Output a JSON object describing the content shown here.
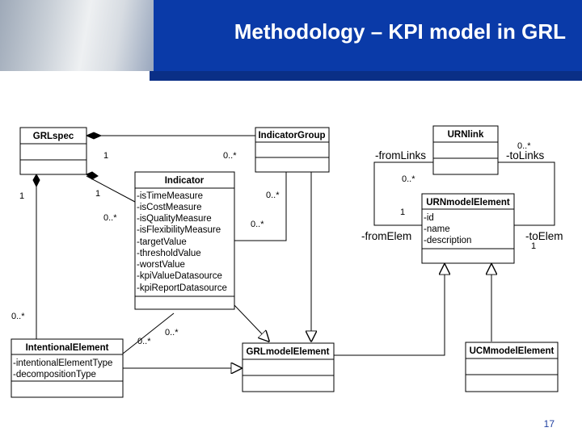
{
  "header": {
    "title": "Methodology – KPI model in GRL"
  },
  "classes": {
    "grlspec": {
      "name": "GRLspec"
    },
    "indicator_group": {
      "name": "IndicatorGroup"
    },
    "urnlink": {
      "name": "URNlink"
    },
    "indicator": {
      "name": "Indicator",
      "attributes": [
        "-isTimeMeasure",
        "-isCostMeasure",
        "-isQualityMeasure",
        "-isFlexibilityMeasure",
        "-targetValue",
        "-thresholdValue",
        "-worstValue",
        "-kpiValueDatasource",
        "-kpiReportDatasource"
      ]
    },
    "urn_model_element": {
      "name": "URNmodelElement",
      "attributes": [
        "-id",
        "-name",
        "-description"
      ]
    },
    "intentional_element": {
      "name": "IntentionalElement",
      "attributes": [
        "-intentionalElementType",
        "-decompositionType"
      ]
    },
    "grl_model_element": {
      "name": "GRLmodelElement"
    },
    "ucm_model_element": {
      "name": "UCMmodelElement"
    }
  },
  "multiplicities": {
    "spec_group_spec": "1",
    "spec_group_group": "0..*",
    "spec_indicator_spec": "1",
    "spec_indicator_ind": "0..*",
    "spec_ie_spec": "1",
    "spec_ie_ie": "0..*",
    "group_indicator_group": "0..*",
    "group_indicator_ind": "0..*",
    "ie_indicator_ind": "0..*",
    "ie_indicator_ie": "0..*",
    "link_from_mult": "0..*",
    "link_to_mult": "0..*",
    "elem_from_mult": "1",
    "elem_to_mult": "1"
  },
  "roles": {
    "from_links": "-fromLinks",
    "to_links": "-toLinks",
    "from_elem": "-fromElem",
    "to_elem": "-toElem"
  },
  "footer": {
    "page_number": "17"
  }
}
